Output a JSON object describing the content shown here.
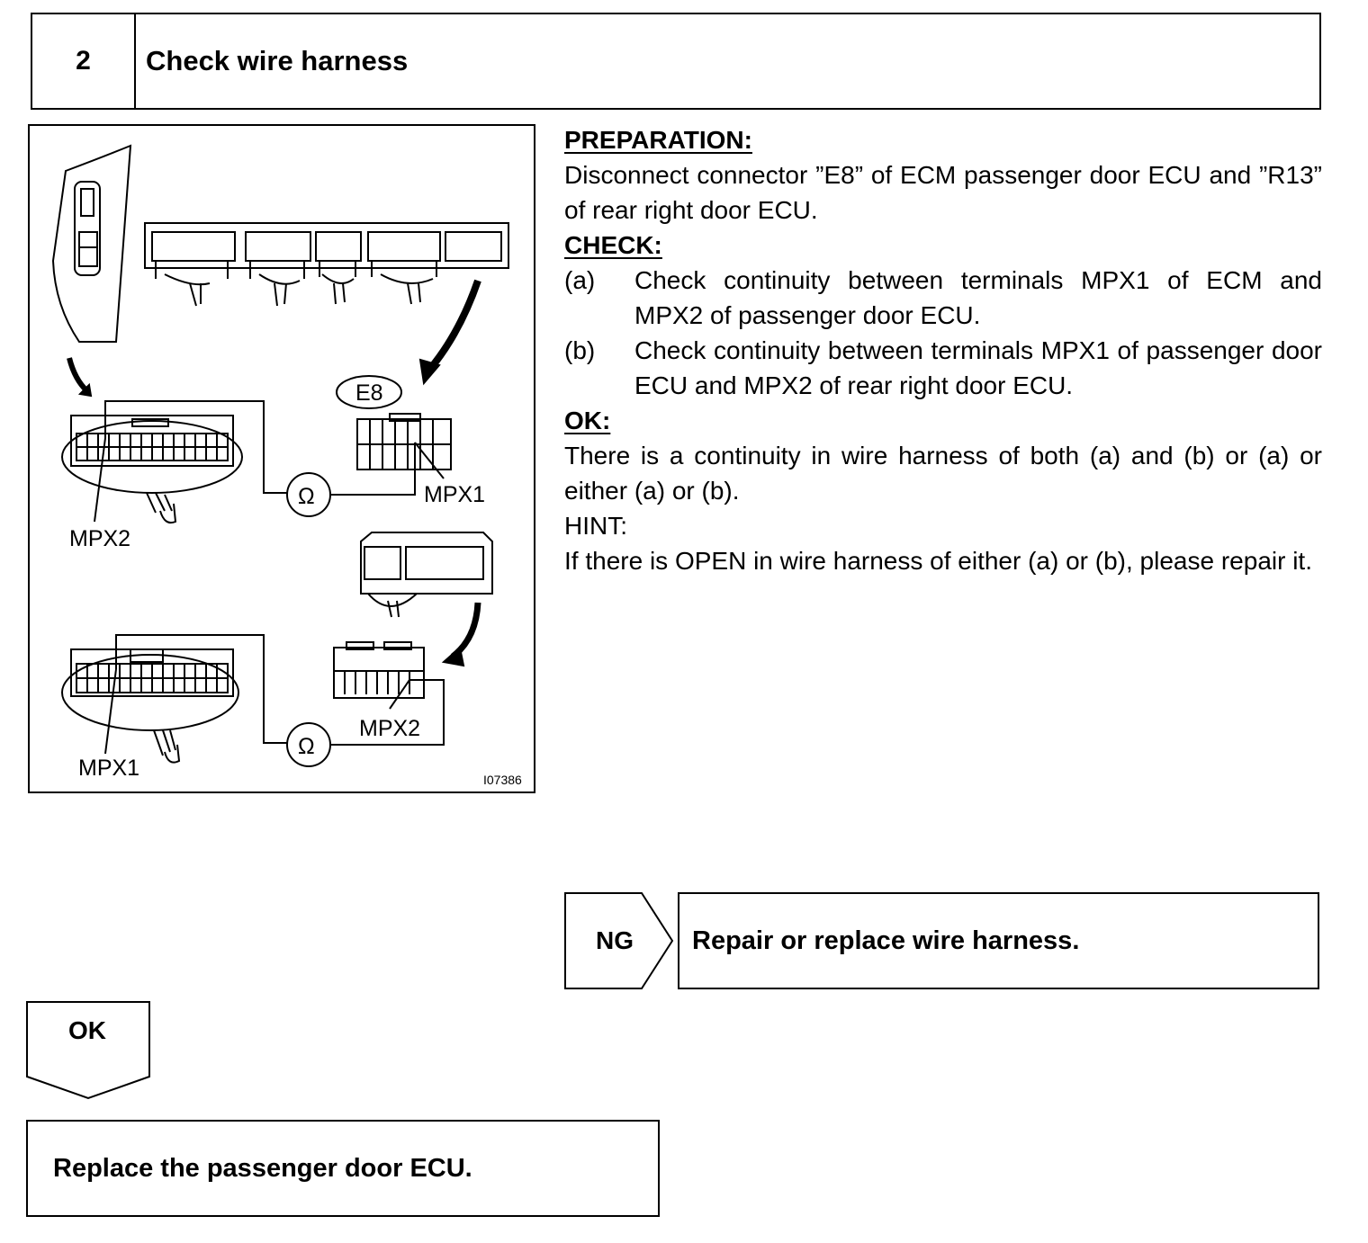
{
  "step": {
    "number": "2",
    "title": "Check wire harness"
  },
  "figure": {
    "labels": {
      "e8": "E8",
      "mpx1_top": "MPX1",
      "mpx2_top": "MPX2",
      "mpx2_bottom": "MPX2",
      "mpx1_bottom": "MPX1",
      "ohm": "Ω",
      "figure_id": "I07386"
    }
  },
  "instructions": {
    "preparation_heading": "PREPARATION:",
    "preparation_text": "Disconnect connector ”E8” of ECM passenger door ECU and ”R13” of rear right door ECU.",
    "check_heading": "CHECK:",
    "check_items": [
      {
        "tag": "(a)",
        "text": "Check continuity between terminals MPX1 of ECM and MPX2 of passenger door ECU."
      },
      {
        "tag": "(b)",
        "text": "Check continuity between terminals MPX1 of passenger door ECU and MPX2 of rear right door ECU."
      }
    ],
    "ok_heading": "OK:",
    "ok_text": "There is a continuity in wire harness of both (a) and (b) or (a) or either (a) or (b).",
    "hint_heading": "HINT:",
    "hint_text": "If there is OPEN in wire harness of either (a) or (b), please repair it."
  },
  "ng": {
    "label": "NG",
    "action": "Repair or replace wire harness."
  },
  "ok": {
    "label": "OK",
    "action": "Replace the passenger door ECU."
  }
}
